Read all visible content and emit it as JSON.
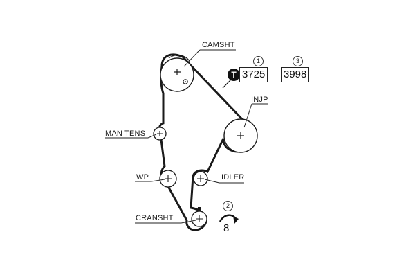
{
  "labels": {
    "camshaft": "CAMSHT",
    "injection_pump": "INJP",
    "manual_tensioner": "MAN TENS",
    "water_pump": "WP",
    "idler": "IDLER",
    "crankshaft": "CRANSHT"
  },
  "part_refs": [
    {
      "marker": "1",
      "value": "3725",
      "icon": "T"
    },
    {
      "marker": "3",
      "value": "3998"
    }
  ],
  "rotation": {
    "marker": "2",
    "value": "8"
  },
  "colors": {
    "belt": "#1a1a1a",
    "line": "#222222",
    "badge": "#111111"
  }
}
